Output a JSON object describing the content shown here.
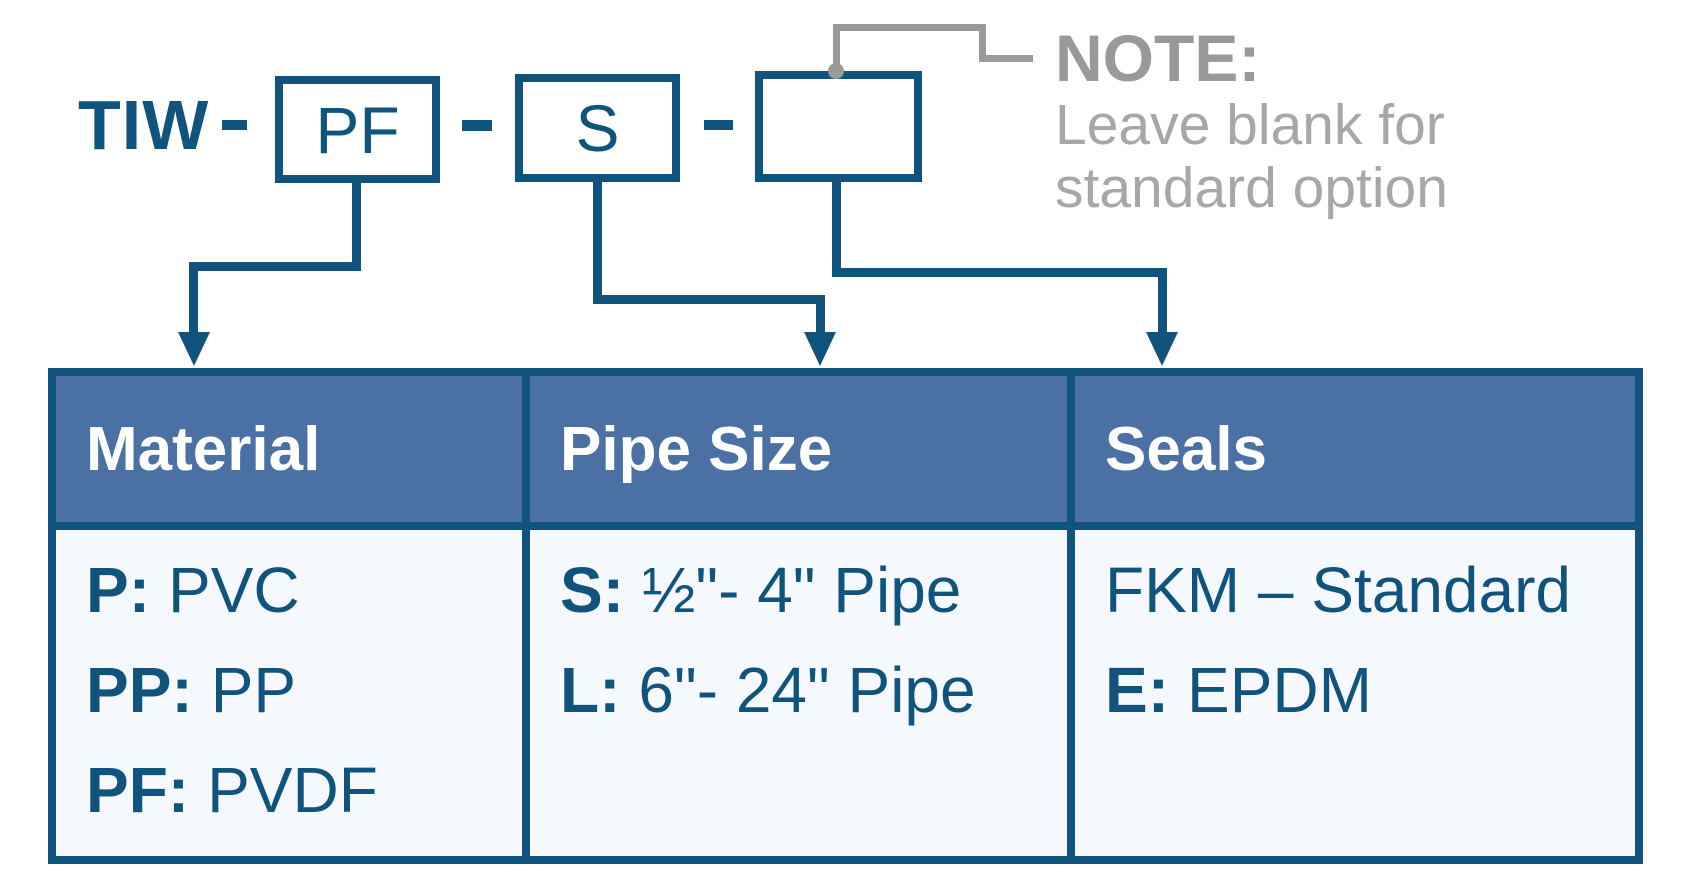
{
  "part_number": {
    "prefix": "TIW",
    "separator": "-",
    "material_code": "PF",
    "pipe_size_code": "S",
    "seals_code": ""
  },
  "note": {
    "title": "NOTE:",
    "lines": [
      "Leave blank for",
      "standard option"
    ]
  },
  "table": {
    "columns": [
      {
        "header": "Material",
        "rows": [
          {
            "code": "P:",
            "label": "PVC"
          },
          {
            "code": "PP:",
            "label": "PP"
          },
          {
            "code": "PF:",
            "label": "PVDF"
          }
        ]
      },
      {
        "header": "Pipe Size",
        "rows": [
          {
            "code": "S:",
            "label": "½\"- 4\" Pipe"
          },
          {
            "code": "L:",
            "label": "6\"- 24\" Pipe"
          }
        ]
      },
      {
        "header": "Seals",
        "rows": [
          {
            "code": "",
            "label": "FKM – Standard"
          },
          {
            "code": "E:",
            "label": "EPDM"
          }
        ]
      }
    ]
  },
  "colors": {
    "dark_blue": "#10547E",
    "header_blue": "#4A70A4",
    "cell_bg": "#F5F9FD",
    "note_title_gray": "#999999",
    "note_text_gray": "#A7A7A7"
  }
}
